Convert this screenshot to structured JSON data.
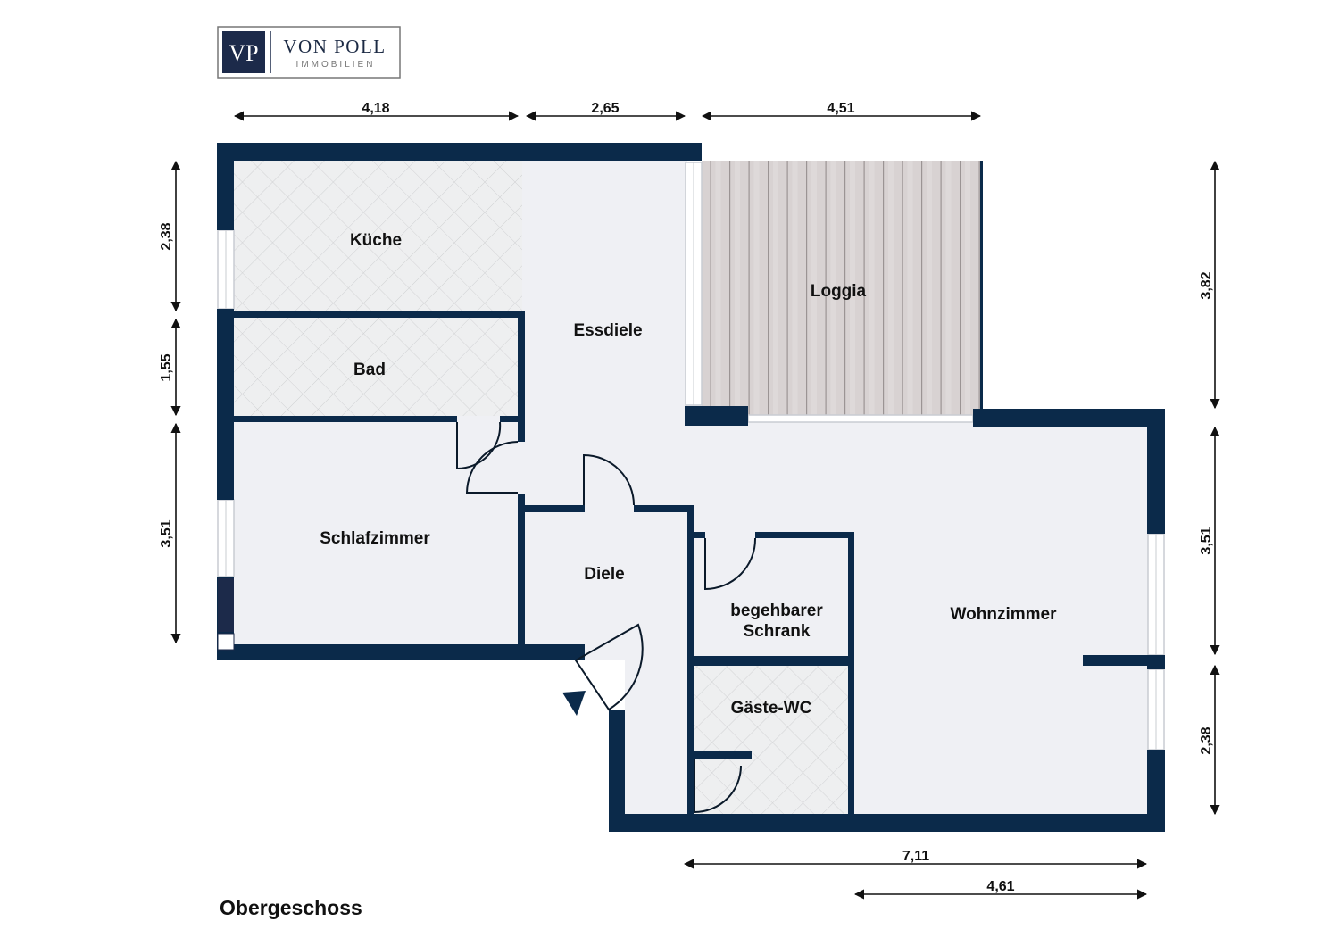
{
  "logo": {
    "monogram": "VP",
    "name": "VON POLL",
    "subtitle": "IMMOBILIEN"
  },
  "floor_title": "Obergeschoss",
  "rooms": {
    "kueche": "Küche",
    "bad": "Bad",
    "essdiele": "Essdiele",
    "loggia": "Loggia",
    "schlafzimmer": "Schlafzimmer",
    "diele": "Diele",
    "schrank_1": "begehbarer",
    "schrank_2": "Schrank",
    "wohnzimmer": "Wohnzimmer",
    "gaeste_wc": "Gäste-WC"
  },
  "dimensions": {
    "top_1": "4,18",
    "top_2": "2,65",
    "top_3": "4,51",
    "left_1": "2,38",
    "left_2": "1,55",
    "left_3": "3,51",
    "right_1": "3,82",
    "right_2": "3,51",
    "right_3": "2,38",
    "bottom_1": "7,11",
    "bottom_2": "4,61"
  },
  "colors": {
    "wall": "#0b2a4a",
    "floor": "#eff0f4",
    "wood": "#d9d4d4",
    "tile": "#ecedee"
  }
}
